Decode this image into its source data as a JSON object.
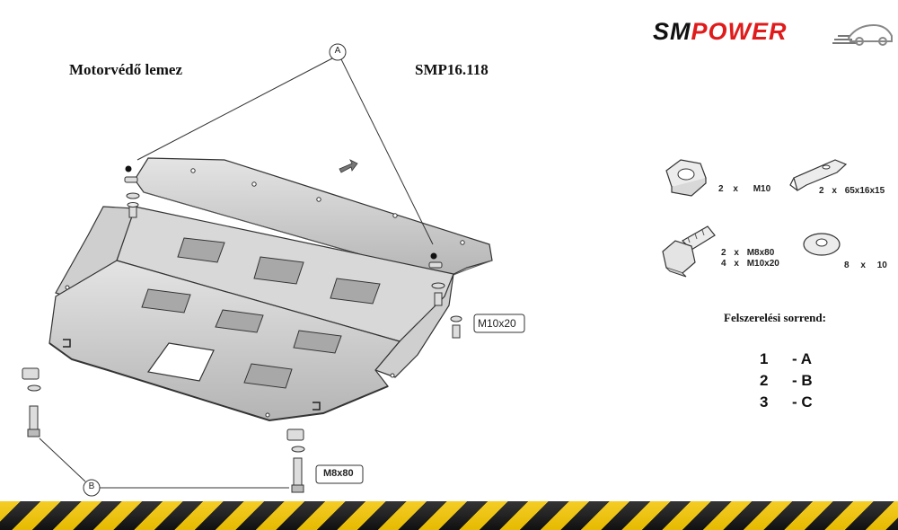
{
  "title": "Motorvédő lemez",
  "code": "SMP16.118",
  "logo": {
    "part1": "SM",
    "part2": "POWER",
    "color1": "#111111",
    "color2": "#e01b1b"
  },
  "callouts": {
    "a": "A",
    "b": "B",
    "m10x20": "M10x20",
    "m8x80": "M8x80"
  },
  "parts": [
    {
      "icon": "hex-nut-icon",
      "qty": "2",
      "x": "x",
      "spec": "M10"
    },
    {
      "icon": "clip-nut-icon",
      "qty": "2",
      "x": "x",
      "spec": "65x16x15"
    },
    {
      "icon": "hex-bolt-icon",
      "lines": [
        {
          "qty": "2",
          "x": "x",
          "spec": "M8x80"
        },
        {
          "qty": "4",
          "x": "x",
          "spec": "M10x20"
        }
      ]
    },
    {
      "icon": "washer-icon",
      "qty": "8",
      "x": "x",
      "spec": "10"
    }
  ],
  "sequence_title": "Felszerelési sorrend:",
  "sequence": [
    {
      "num": "1",
      "step": "- A"
    },
    {
      "num": "2",
      "step": "- B"
    },
    {
      "num": "3",
      "step": "- C"
    }
  ],
  "colors": {
    "plate": "#c8c8c8",
    "plate_dark": "#9c9c9c",
    "stripe_yellow": "#f2c400",
    "stripe_black": "#111111"
  }
}
